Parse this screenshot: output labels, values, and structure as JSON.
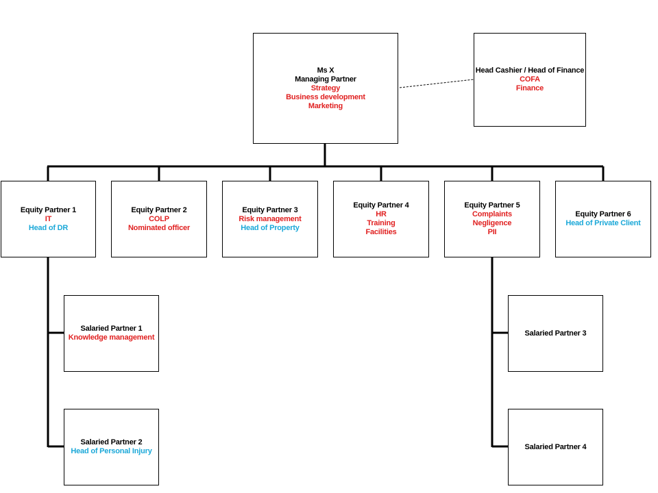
{
  "managing_partner": {
    "name": "Ms X",
    "role": "Managing Partner",
    "duties": [
      "Strategy",
      "Business development",
      "Marketing"
    ]
  },
  "head_of_finance": {
    "role": "Head Cashier / Head of Finance",
    "duties": [
      "COFA",
      "Finance"
    ]
  },
  "equity_partners": [
    {
      "title": "Equity Partner 1",
      "red": [
        "IT"
      ],
      "blue": [
        "Head of DR"
      ]
    },
    {
      "title": "Equity Partner 2",
      "red": [
        "COLP",
        "Nominated officer"
      ],
      "blue": []
    },
    {
      "title": "Equity Partner 3",
      "red": [
        "Risk management"
      ],
      "blue": [
        "Head of Property"
      ]
    },
    {
      "title": "Equity Partner 4",
      "red": [
        "HR",
        "Training",
        "Facilities"
      ],
      "blue": []
    },
    {
      "title": "Equity Partner 5",
      "red": [
        "Complaints",
        "Negligence",
        "PII"
      ],
      "blue": []
    },
    {
      "title": "Equity Partner 6",
      "red": [],
      "blue": [
        "Head of Private Client"
      ]
    }
  ],
  "salaried_partners": [
    {
      "title": "Salaried Partner 1",
      "red": [
        "Knowledge management"
      ],
      "blue": []
    },
    {
      "title": "Salaried Partner 2",
      "red": [],
      "blue": [
        "Head of Personal Injury"
      ]
    },
    {
      "title": "Salaried Partner 3",
      "red": [],
      "blue": []
    },
    {
      "title": "Salaried Partner 4",
      "red": [],
      "blue": []
    }
  ],
  "colors": {
    "duty_red": "#e02020",
    "head_blue": "#1ba8d8",
    "lines": "#000000"
  }
}
